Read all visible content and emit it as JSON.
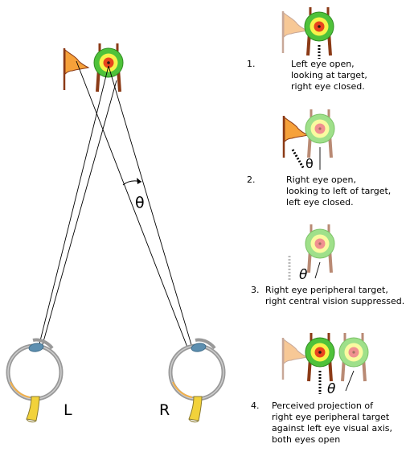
{
  "diagram": {
    "main": {
      "theta": "θ",
      "left_eye": "L",
      "right_eye": "R"
    },
    "steps": [
      {
        "number": "1.",
        "lines": [
          "Left eye open,",
          "looking at target,",
          "right eye closed."
        ]
      },
      {
        "number": "2.",
        "lines": [
          "Right eye open,",
          "looking to left of target,",
          "left eye closed."
        ],
        "theta": "θ"
      },
      {
        "number": "3.",
        "lines": [
          "Right eye peripheral target,",
          "right central vision suppressed."
        ],
        "theta": "θ"
      },
      {
        "number": "4.",
        "lines": [
          "Perceived projection of",
          "right eye peripheral target",
          "against left eye visual axis,",
          "both eyes open"
        ],
        "theta": "θ"
      }
    ]
  },
  "colors": {
    "flag": "#f6a13a",
    "flag_faded": "#f7c896",
    "target_outer": "#4fc23a",
    "target_mid": "#f7f34a",
    "target_center": "#e8441e",
    "target_dot": "#2b1b14",
    "easel": "#8b3a16",
    "easel_faded": "#b98a74",
    "eye_outline": "#999999",
    "iris": "#5d8fb0",
    "nerve": "#f2d23b"
  }
}
